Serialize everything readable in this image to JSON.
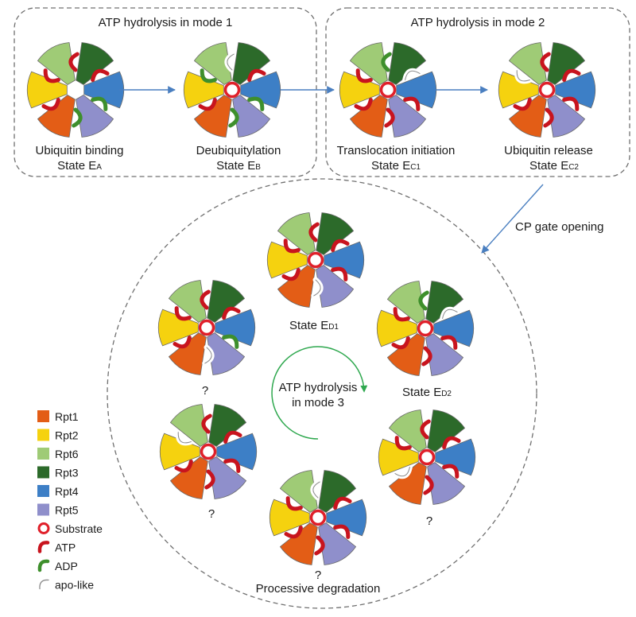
{
  "colors": {
    "Rpt1": "#e35d16",
    "Rpt2": "#f5d20f",
    "Rpt6": "#9fcb76",
    "Rpt3": "#2c6a2a",
    "Rpt4": "#3d7fc6",
    "Rpt5": "#8f8fcb",
    "substrate": "#e0202a",
    "atp": "#c8141e",
    "adp": "#3e8f2c",
    "arrow": "#4a7fc0",
    "cycle_arrow": "#2fa84f",
    "dash": "#707070"
  },
  "panels": {
    "mode1_title": "ATP hydrolysis in mode 1",
    "mode2_title": "ATP hydrolysis in mode 2"
  },
  "states": {
    "ea": {
      "name": "Ubiquitin binding",
      "label": "State E",
      "sub": "A"
    },
    "eb": {
      "name": "Deubiquitylation",
      "label": "State E",
      "sub": "B"
    },
    "ec1": {
      "name": "Translocation initiation",
      "label": "State E",
      "sub": "C1"
    },
    "ec2": {
      "name": "Ubiquitin release",
      "label": "State E",
      "sub": "C2"
    },
    "ed1": {
      "label": "State E",
      "sub": "D1"
    },
    "ed2": {
      "label": "State E",
      "sub": "D2"
    }
  },
  "gate_label": "CP gate opening",
  "cycle": {
    "line1": "ATP hydrolysis",
    "line2": "in mode 3"
  },
  "unknown_mark": "?",
  "processive_label": "Processive degradation",
  "legend": [
    {
      "key": "Rpt1",
      "label": "Rpt1",
      "kind": "swatch"
    },
    {
      "key": "Rpt2",
      "label": "Rpt2",
      "kind": "swatch"
    },
    {
      "key": "Rpt6",
      "label": "Rpt6",
      "kind": "swatch"
    },
    {
      "key": "Rpt3",
      "label": "Rpt3",
      "kind": "swatch"
    },
    {
      "key": "Rpt4",
      "label": "Rpt4",
      "kind": "swatch"
    },
    {
      "key": "Rpt5",
      "label": "Rpt5",
      "kind": "swatch"
    },
    {
      "key": "substrate",
      "label": "Substrate",
      "kind": "ring"
    },
    {
      "key": "atp",
      "label": "ATP",
      "kind": "atp"
    },
    {
      "key": "adp",
      "label": "ADP",
      "kind": "adp"
    },
    {
      "key": "apo",
      "label": "apo-like",
      "kind": "apo"
    }
  ],
  "hexamers": [
    {
      "id": "ea",
      "substrate": false,
      "nuc": [
        "atp",
        "atp",
        "atp",
        "atp",
        "adp",
        "adp"
      ]
    },
    {
      "id": "eb",
      "substrate": true,
      "nuc": [
        "atp",
        "adp",
        "apo",
        "atp",
        "adp",
        "adp"
      ]
    },
    {
      "id": "ec1",
      "substrate": true,
      "nuc": [
        "atp",
        "atp",
        "adp",
        "apo",
        "atp",
        "atp"
      ]
    },
    {
      "id": "ec2",
      "substrate": true,
      "nuc": [
        "atp",
        "apo",
        "atp",
        "atp",
        "atp",
        "atp"
      ]
    },
    {
      "id": "ed1",
      "substrate": true,
      "nuc": [
        "atp",
        "atp",
        "atp",
        "atp",
        "atp",
        "apo"
      ]
    },
    {
      "id": "ed2",
      "substrate": true,
      "nuc": [
        "atp",
        "atp",
        "adp",
        "apo",
        "atp",
        "atp"
      ]
    },
    {
      "id": "q1",
      "substrate": true,
      "nuc": [
        "atp",
        "atp",
        "atp",
        "atp",
        "adp",
        "apo"
      ]
    },
    {
      "id": "q2",
      "substrate": true,
      "nuc": [
        "atp",
        "apo",
        "atp",
        "atp",
        "atp",
        "atp"
      ]
    },
    {
      "id": "q3",
      "substrate": true,
      "nuc": [
        "atp",
        "atp",
        "apo",
        "atp",
        "atp",
        "atp"
      ]
    },
    {
      "id": "q4",
      "substrate": true,
      "nuc": [
        "apo",
        "atp",
        "atp",
        "atp",
        "atp",
        "atp"
      ]
    }
  ]
}
